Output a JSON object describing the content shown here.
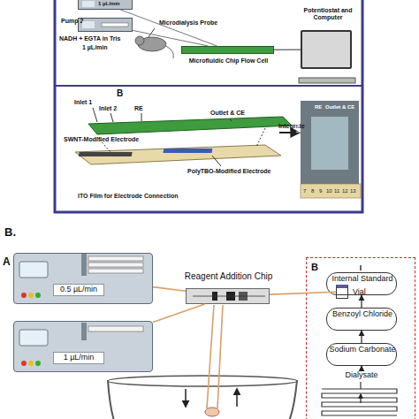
{
  "diagram": {
    "nodes": [
      {
        "text": [
          "1 µL/min"
        ]
      },
      {
        "text": [
          "Pump 2",
          "NADH + EGTA in Tris",
          "1 µL/min"
        ]
      },
      {
        "text": [
          "Microfluidic Chip Flow Cell"
        ]
      },
      {
        "text": [
          "Potentiostat and Computer"
        ]
      },
      {
        "text": [
          "0.5 µL/min"
        ]
      },
      {
        "text": [
          "1 µL/min"
        ]
      },
      {
        "text": [
          "Reagent Addition Chip"
        ]
      },
      {
        "text": [
          "Vial"
        ]
      },
      {
        "text": [
          "B"
        ]
      },
      {
        "text": [
          "Internal Standard"
        ],
        "in": 8
      },
      {
        "text": [
          "Benzoyl Chloride"
        ],
        "in": 8
      },
      {
        "text": [
          "Sodium Carbonate"
        ],
        "in": 8
      },
      {
        "text": [
          "Dialysate"
        ],
        "in": 8
      }
    ],
    "edges": [
      {
        "from": 0,
        "to": 2,
        "arrow": "none"
      },
      {
        "from": 1,
        "to": 2,
        "arrow": "none"
      },
      {
        "from": 2,
        "to": 3,
        "arrow": "none"
      },
      {
        "from": 4,
        "to": 6,
        "arrow": "none"
      },
      {
        "from": 5,
        "to": 6,
        "arrow": "none"
      },
      {
        "from": 6,
        "to": 7,
        "arrow": "none"
      },
      {
        "from": 12,
        "to": 11,
        "arrow": "to"
      },
      {
        "from": 11,
        "to": 10,
        "arrow": "to"
      },
      {
        "from": 10,
        "to": 9,
        "arrow": "to"
      }
    ],
    "labels": [
      "Microdialysis Probe",
      "B",
      "Inlet 1",
      "Inlet 2",
      "RE",
      "Outlet & CE",
      "SWNT-Modified Electrode",
      "PolyTBO-Modified Electrode",
      "ITO Film for Electrode Connection",
      "Integrate",
      "Inlet 1",
      "RE",
      "Outlet & CE",
      "7",
      "8",
      "9",
      "10",
      "11",
      "12",
      "13",
      "B.",
      "A"
    ]
  }
}
